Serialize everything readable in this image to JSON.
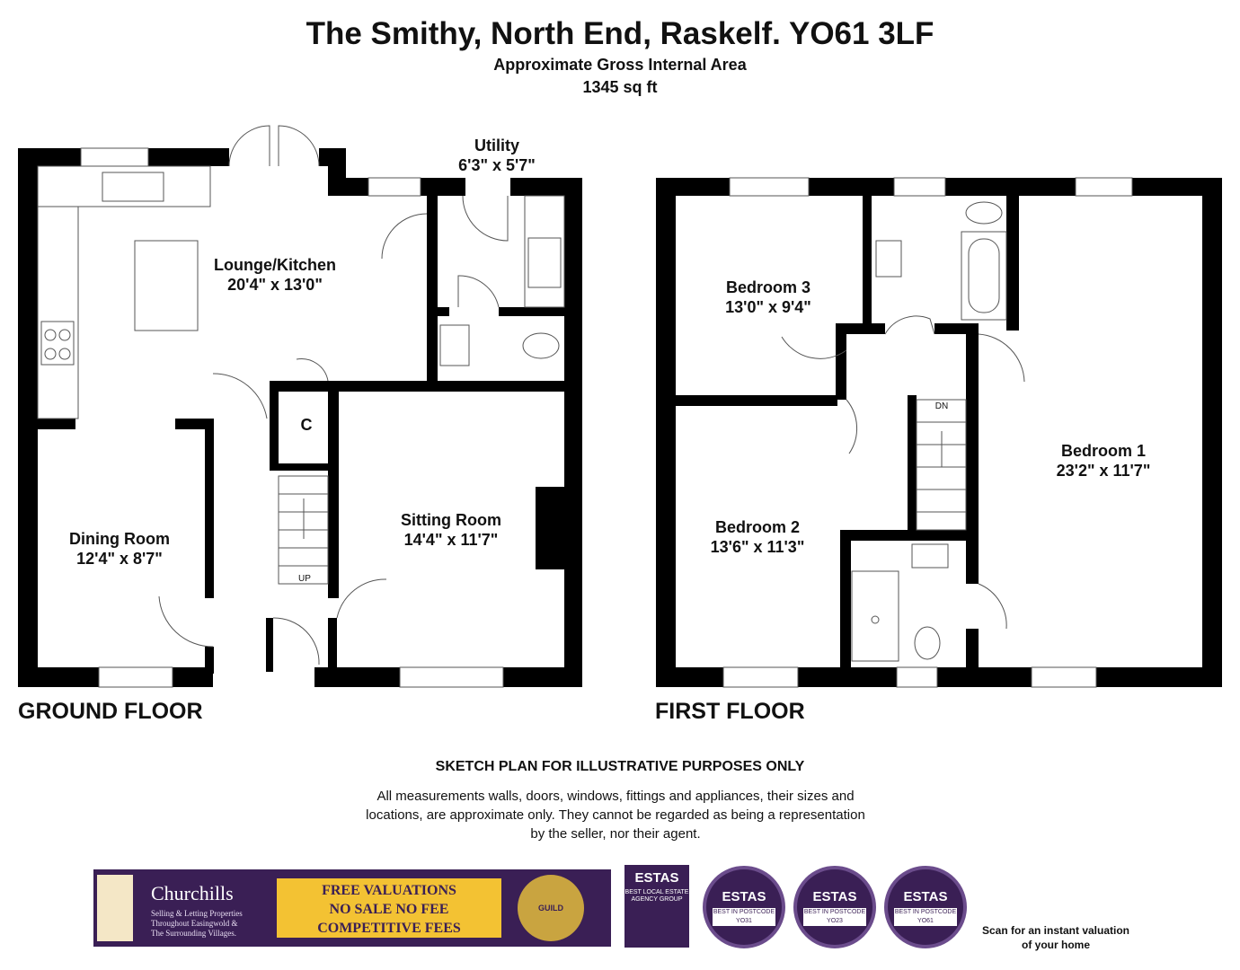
{
  "header": {
    "title": "The Smithy, North End, Raskelf. YO61 3LF",
    "area_label": "Approximate Gross Internal Area",
    "area_value": "1345 sq ft"
  },
  "floors": {
    "ground": {
      "label": "GROUND FLOOR",
      "rooms": [
        {
          "name": "Lounge/Kitchen",
          "size": "20'4\" x 13'0\""
        },
        {
          "name": "Utility",
          "size": "6'3\" x 5'7\""
        },
        {
          "name": "Dining Room",
          "size": "12'4\" x 8'7\""
        },
        {
          "name": "Sitting Room",
          "size": "14'4\" x 11'7\""
        }
      ],
      "cupboard": "C",
      "stairs": "UP"
    },
    "first": {
      "label": "FIRST FLOOR",
      "rooms": [
        {
          "name": "Bedroom 3",
          "size": "13'0\" x 9'4\""
        },
        {
          "name": "Bedroom 1",
          "size": "23'2\" x 11'7\""
        },
        {
          "name": "Bedroom 2",
          "size": "13'6\" x 11'3\""
        }
      ],
      "stairs": "DN"
    }
  },
  "disclaimer": {
    "title": "SKETCH PLAN FOR ILLUSTRATIVE PURPOSES ONLY",
    "body": "All measurements walls, doors, windows, fittings and appliances, their sizes and locations, are approximate only. They cannot be regarded as being a representation by the seller, nor their agent."
  },
  "banner": {
    "brand": "Churchills",
    "tagline": "Selling & Letting Properties Throughout Easingwold & The Surrounding Villages.",
    "promo_lines": [
      "FREE VALUATIONS",
      "NO SALE NO FEE",
      "COMPETITIVE FEES"
    ],
    "guild": "GUILD"
  },
  "badges": {
    "estas_main": {
      "title": "ESTAS",
      "text": "BEST LOCAL ESTATE AGENCY GROUP"
    },
    "postcodes": [
      {
        "title": "ESTAS",
        "text": "BEST IN POSTCODE YO31"
      },
      {
        "title": "ESTAS",
        "text": "BEST IN POSTCODE YO23"
      },
      {
        "title": "ESTAS",
        "text": "BEST IN POSTCODE YO61"
      }
    ]
  },
  "qr": {
    "caption": "Scan for an instant valuation of your home"
  },
  "colors": {
    "wall": "#000000",
    "brand_purple": "#3a1f55",
    "promo_gold": "#f3c233"
  }
}
